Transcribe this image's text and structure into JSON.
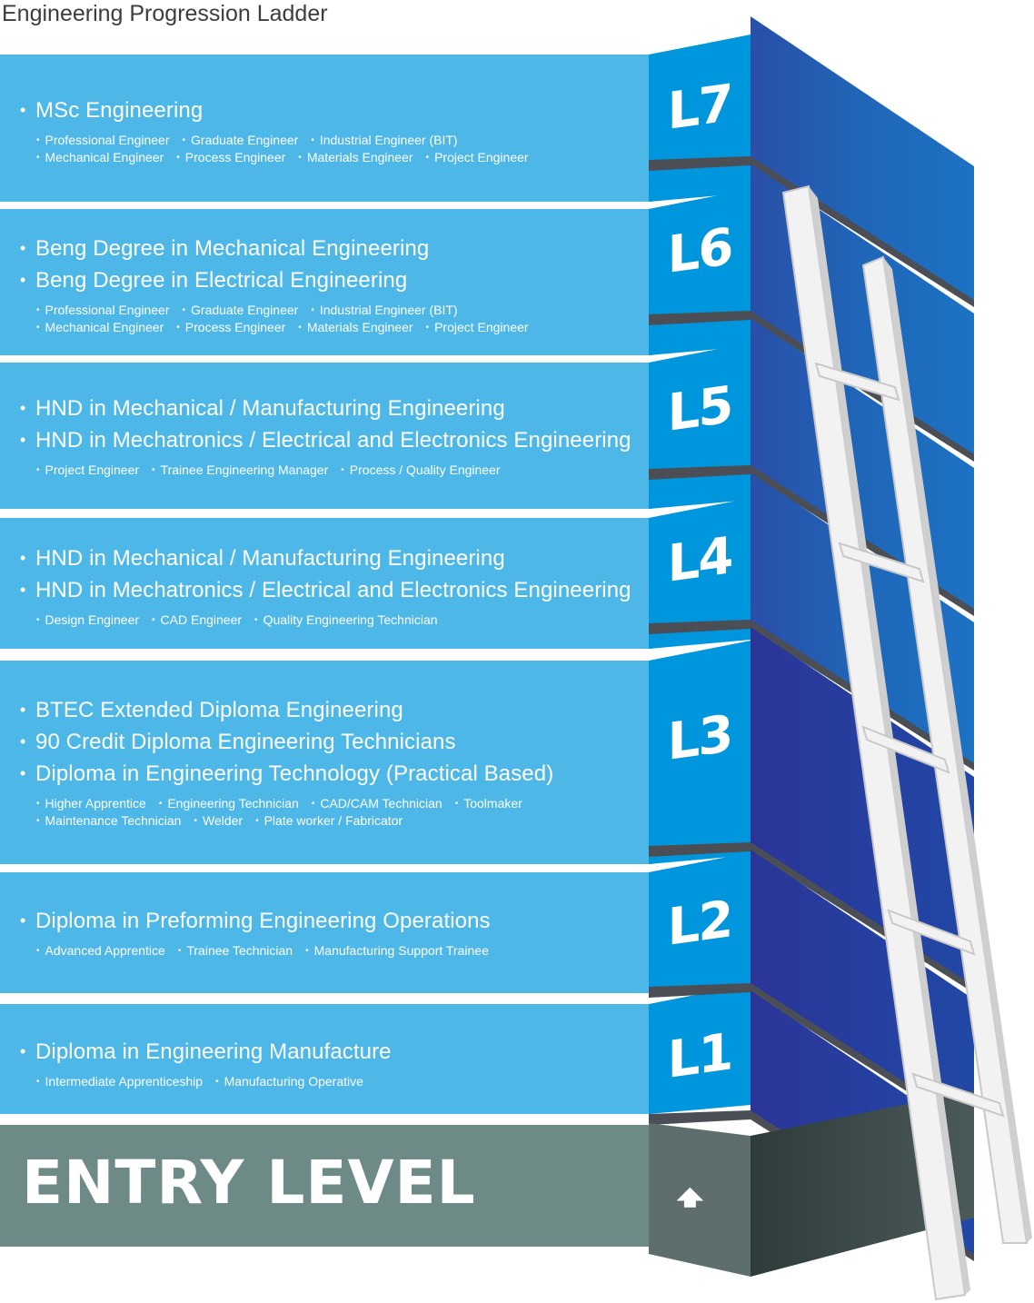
{
  "title": "Engineering Progression Ladder",
  "levels": [
    {
      "label": "L7",
      "qualifications": [
        "MSc Engineering"
      ],
      "role_lines": [
        [
          "Professional Engineer",
          "Graduate Engineer",
          "Industrial Engineer (BIT)"
        ],
        [
          "Mechanical Engineer",
          "Process Engineer",
          "Materials Engineer",
          "Project Engineer"
        ]
      ]
    },
    {
      "label": "L6",
      "qualifications": [
        "Beng Degree in Mechanical Engineering",
        "Beng Degree in Electrical Engineering"
      ],
      "role_lines": [
        [
          "Professional Engineer",
          "Graduate Engineer",
          "Industrial Engineer (BIT)"
        ],
        [
          "Mechanical Engineer",
          "Process Engineer",
          "Materials Engineer",
          "Project Engineer"
        ]
      ]
    },
    {
      "label": "L5",
      "qualifications": [
        "HND in Mechanical / Manufacturing Engineering",
        "HND in Mechatronics / Electrical and Electronics Engineering"
      ],
      "role_lines": [
        [
          "Project Engineer",
          "Trainee Engineering  Manager",
          "Process / Quality  Engineer"
        ]
      ]
    },
    {
      "label": "L4",
      "qualifications": [
        "HND in Mechanical / Manufacturing Engineering",
        "HND in Mechatronics / Electrical and Electronics Engineering"
      ],
      "role_lines": [
        [
          "Design Engineer",
          "CAD Engineer",
          "Quality Engineering Technician"
        ]
      ]
    },
    {
      "label": "L3",
      "qualifications": [
        "BTEC Extended Diploma Engineering",
        "90 Credit Diploma Engineering Technicians",
        "Diploma in Engineering Technology (Practical Based)"
      ],
      "role_lines": [
        [
          "Higher Apprentice",
          "Engineering Technician",
          "CAD/CAM Technician",
          "Toolmaker"
        ],
        [
          "Maintenance Technician",
          "Welder",
          "Plate worker / Fabricator"
        ]
      ]
    },
    {
      "label": "L2",
      "qualifications": [
        "Diploma in Preforming Engineering Operations"
      ],
      "role_lines": [
        [
          "Advanced Apprentice",
          "Trainee Technician",
          "Manufacturing Support Trainee"
        ]
      ]
    },
    {
      "label": "L1",
      "qualifications": [
        "Diploma in Engineering Manufacture"
      ],
      "role_lines": [
        [
          "Intermediate Apprenticeship",
          "Manufacturing Operative"
        ]
      ]
    }
  ],
  "entry": {
    "label": "ENTRY LEVEL",
    "arrow_icon": "up-arrow-icon"
  },
  "colors": {
    "band": "#4db8e8",
    "front": "#0096dd",
    "side": "#1f63b0",
    "side_dark": "#28358a",
    "entry_band": "#6e8a86",
    "entry_front": "#5d6e6c",
    "entry_side": "#2e3a3a",
    "ladder": "#f2f2f2"
  }
}
